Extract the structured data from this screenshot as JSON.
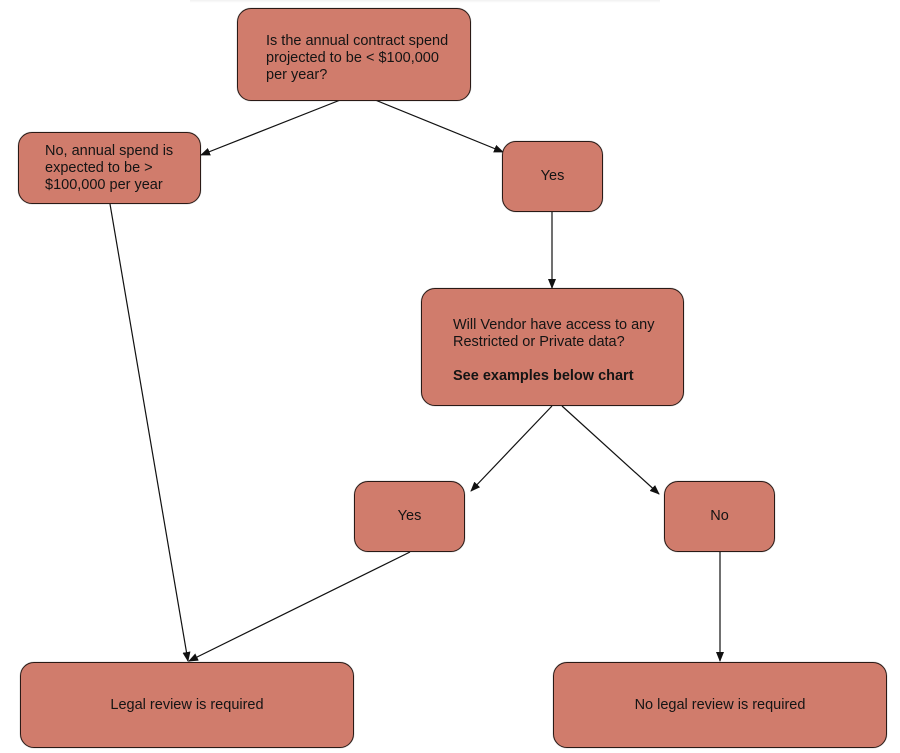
{
  "colors": {
    "node_fill": "#d07c6c",
    "node_border": "#2a1a16",
    "edge": "#111111"
  },
  "nodes": {
    "q_spend": {
      "lines": [
        "Is the annual contract spend",
        "projected to be < $100,000",
        "per year?"
      ]
    },
    "no_spend": {
      "lines": [
        "No, annual spend is",
        "expected to be >",
        "$100,000 per year"
      ]
    },
    "yes_spend": {
      "label": "Yes"
    },
    "q_vendor": {
      "lines": [
        "Will Vendor have access to any",
        "Restricted or Private data?"
      ],
      "emphasis": "See examples below chart"
    },
    "yes_vendor": {
      "label": "Yes"
    },
    "no_vendor": {
      "label": "No"
    },
    "legal_required": {
      "label": "Legal review is required"
    },
    "no_legal_required": {
      "label": "No legal review is required"
    }
  }
}
